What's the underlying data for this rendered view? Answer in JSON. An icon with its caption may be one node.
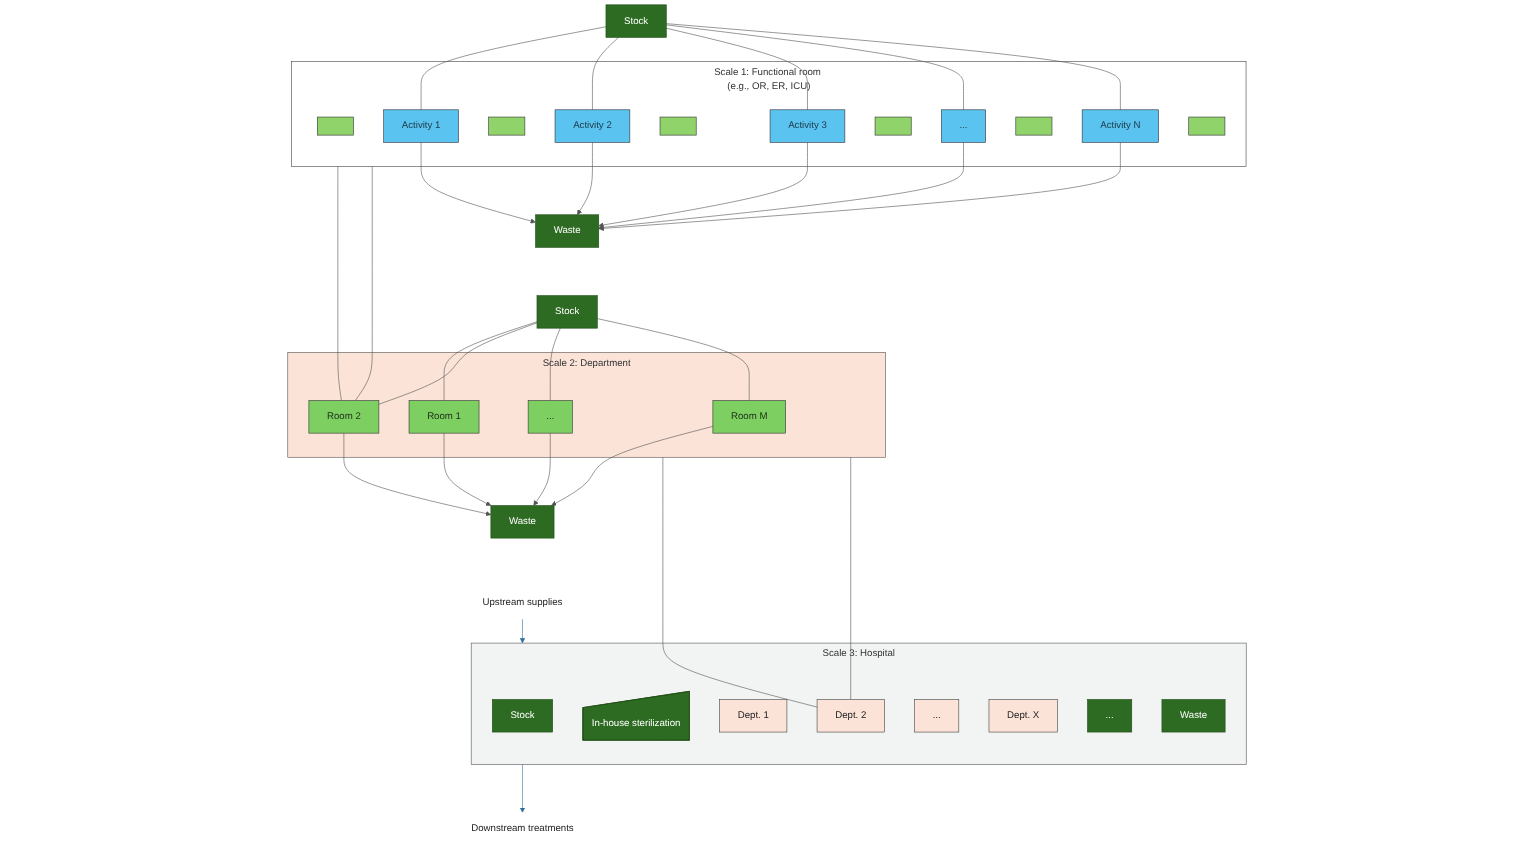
{
  "diagram": {
    "nodes": [
      {
        "text": [
          "Scale 1: Functional room (e.g., OR, ER, ICU)"
        ]
      },
      {
        "text": [
          "Stock"
        ]
      },
      {
        "text": [],
        "shape": "box",
        "in": 0
      },
      {
        "text": [
          "Activity 1"
        ],
        "in": 0
      },
      {
        "text": [],
        "shape": "box",
        "in": 0
      },
      {
        "text": [
          "Activity 2"
        ],
        "in": 0
      },
      {
        "text": [],
        "shape": "box",
        "in": 0
      },
      {
        "text": [
          "Activity 3"
        ],
        "in": 0
      },
      {
        "text": [],
        "shape": "box",
        "in": 0
      },
      {
        "text": [
          "..."
        ],
        "in": 0
      },
      {
        "text": [],
        "shape": "box",
        "in": 0
      },
      {
        "text": [
          "Activity N"
        ],
        "in": 0
      },
      {
        "text": [],
        "shape": "box",
        "in": 0
      },
      {
        "text": [
          "Waste"
        ]
      },
      {
        "text": [
          "Scale 2: Department"
        ]
      },
      {
        "text": [
          "Stock"
        ]
      },
      {
        "text": [
          "Room 1"
        ],
        "in": 14
      },
      {
        "text": [
          "Room 2"
        ],
        "in": 14
      },
      {
        "text": [
          "..."
        ],
        "in": 14
      },
      {
        "text": [
          "Room M"
        ],
        "in": 14
      },
      {
        "text": [
          "Waste"
        ]
      },
      {
        "text": [
          "Upstream supplies"
        ]
      },
      {
        "text": [
          "Scale 3: Hospital"
        ]
      },
      {
        "text": [
          "Stock"
        ],
        "in": 22
      },
      {
        "text": [
          "In-house sterilization"
        ],
        "in": 22
      },
      {
        "text": [
          "Dept. 1"
        ],
        "in": 22
      },
      {
        "text": [
          "Dept. 2"
        ],
        "in": 22
      },
      {
        "text": [
          "..."
        ],
        "in": 22
      },
      {
        "text": [
          "Dept. X"
        ],
        "in": 22
      },
      {
        "text": [
          "..."
        ],
        "in": 22
      },
      {
        "text": [
          "Waste"
        ],
        "in": 22
      },
      {
        "text": [
          "Downstream treatments"
        ]
      }
    ],
    "edges": [
      {
        "from": 1,
        "to": 3,
        "arrow": "none"
      },
      {
        "from": 1,
        "to": 5,
        "arrow": "none"
      },
      {
        "from": 1,
        "to": 7,
        "arrow": "none"
      },
      {
        "from": 1,
        "to": 9,
        "arrow": "none"
      },
      {
        "from": 1,
        "to": 11,
        "arrow": "none"
      },
      {
        "from": 3,
        "to": 13,
        "arrow": "to"
      },
      {
        "from": 5,
        "to": 13,
        "arrow": "to"
      },
      {
        "from": 7,
        "to": 13,
        "arrow": "to"
      },
      {
        "from": 9,
        "to": 13,
        "arrow": "to"
      },
      {
        "from": 11,
        "to": 13,
        "arrow": "to"
      },
      {
        "from": 0,
        "to": 17,
        "arrow": "none"
      },
      {
        "from": 0,
        "to": 17,
        "arrow": "none"
      },
      {
        "from": 15,
        "to": 16,
        "arrow": "none"
      },
      {
        "from": 15,
        "to": 17,
        "arrow": "none"
      },
      {
        "from": 15,
        "to": 18,
        "arrow": "none"
      },
      {
        "from": 15,
        "to": 19,
        "arrow": "none"
      },
      {
        "from": 16,
        "to": 20,
        "arrow": "to"
      },
      {
        "from": 17,
        "to": 20,
        "arrow": "to"
      },
      {
        "from": 18,
        "to": 20,
        "arrow": "to"
      },
      {
        "from": 19,
        "to": 20,
        "arrow": "to"
      },
      {
        "from": 14,
        "to": 26,
        "arrow": "none"
      },
      {
        "from": 14,
        "to": 26,
        "arrow": "none"
      },
      {
        "from": 21,
        "to": 22,
        "arrow": "to",
        "color": "#2f6f9f"
      },
      {
        "from": 22,
        "to": 31,
        "arrow": "to",
        "color": "#2f6f9f"
      }
    ]
  }
}
